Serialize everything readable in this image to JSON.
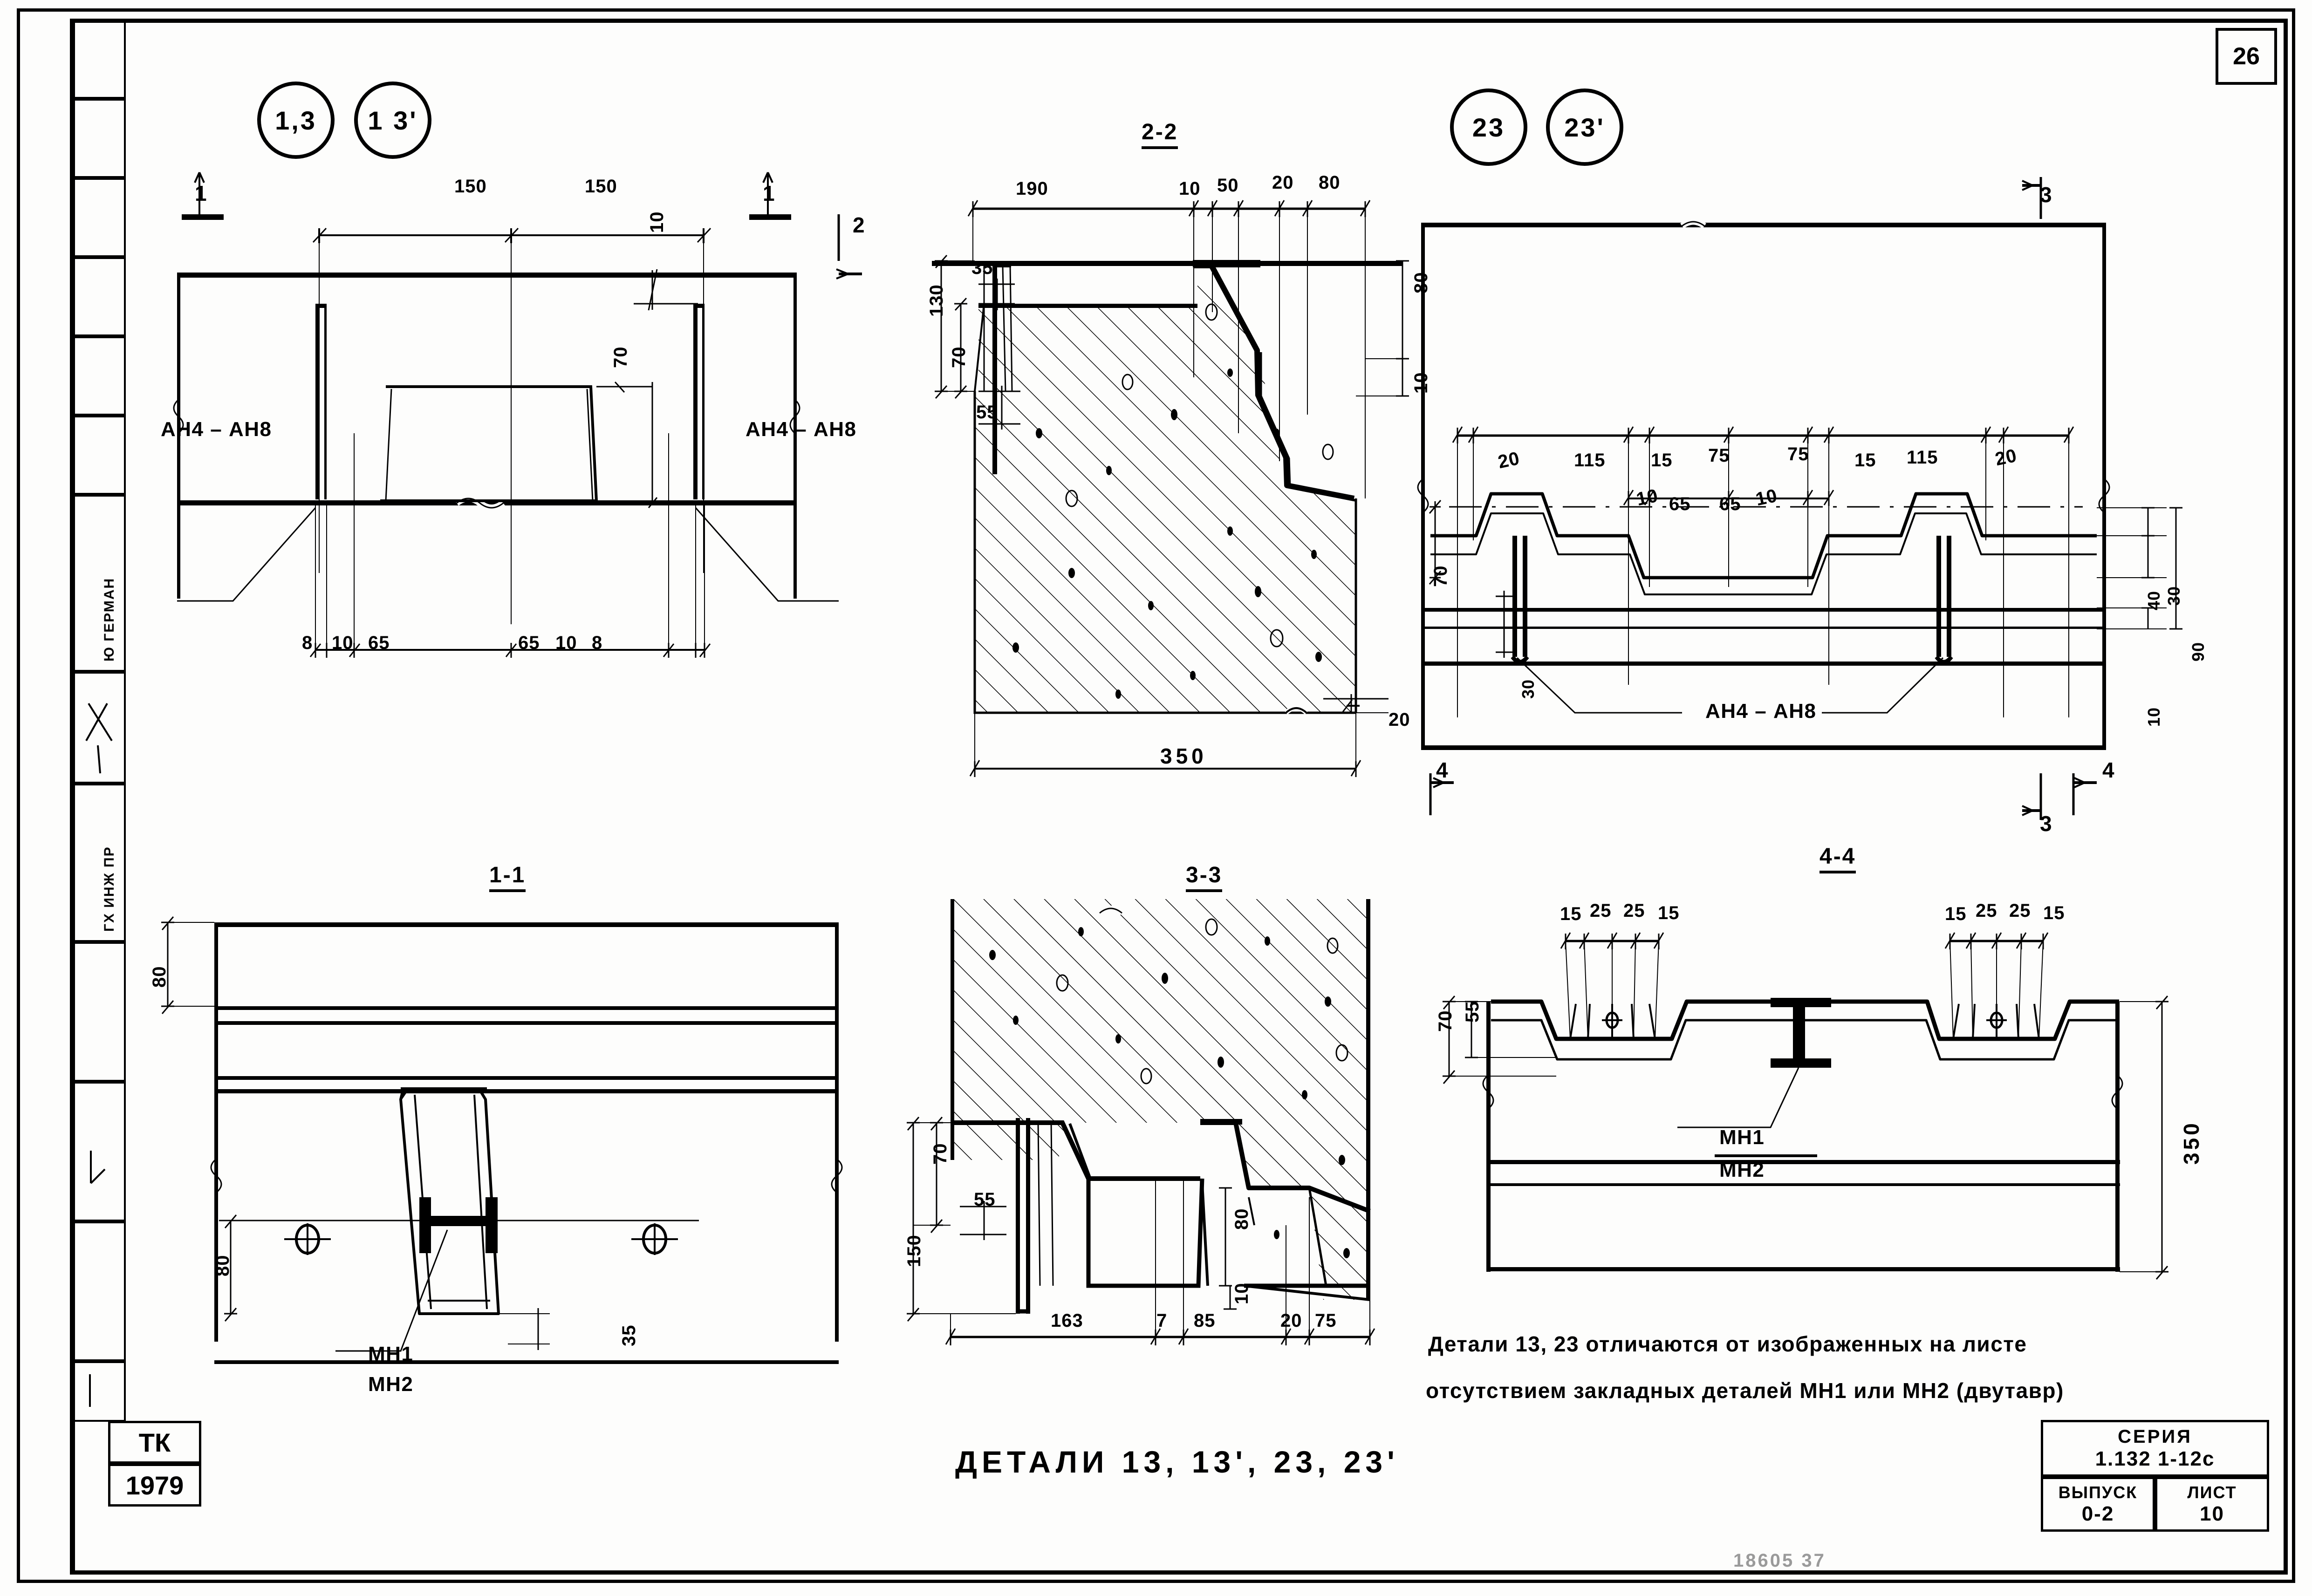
{
  "sheet": {
    "page_number": "26",
    "title": "ДЕТАЛИ 13, 13', 23, 23'",
    "note_line1": "Детали 13, 23 отличаются от изображенных на листе",
    "note_line2": "отсутствием закладных деталей МН1 или МН2 (двутавр)",
    "bottom_scribble": "18605   37"
  },
  "titleblock": {
    "stamp": "ТК",
    "year": "1979",
    "series_label": "СЕРИЯ",
    "series_value": "1.132 1-12с",
    "issue_label": "ВЫПУСК",
    "issue_value": "0-2",
    "sheet_label": "ЛИСТ",
    "sheet_value": "10"
  },
  "sidebar": {
    "row_designer": "Ю ГЕРМАН",
    "row_signature": "",
    "row_role": "ГХ ИНЖ ПР"
  },
  "detail_tags": {
    "left": [
      "1,3",
      "1 3'"
    ],
    "right": [
      "23",
      "23'"
    ]
  },
  "views": {
    "plan_left": {
      "title": "",
      "section_marks": [
        "1",
        "1",
        "2"
      ],
      "dims_top": [
        "150",
        "150"
      ],
      "dims_right": [
        "10",
        "70"
      ],
      "dims_bottom": [
        "8",
        "10",
        "65",
        "65",
        "10",
        "8"
      ],
      "labels": [
        "АН4 – АН8",
        "АН4 – АН8"
      ]
    },
    "section_2_2": {
      "title": "2-2",
      "dims_top": [
        "190",
        "10",
        "50",
        "20",
        "80"
      ],
      "dims_left": [
        "130",
        "70",
        "35",
        "55"
      ],
      "dims_right": [
        "80",
        "10"
      ],
      "dims_bottom": [
        "350",
        "20"
      ]
    },
    "plan_right": {
      "title": "",
      "section_marks": [
        "3",
        "3",
        "4",
        "4"
      ],
      "dims_top": [
        "20",
        "115",
        "15",
        "75",
        "75",
        "15",
        "115",
        "20"
      ],
      "dims_top2": [
        "10",
        "65",
        "65",
        "10"
      ],
      "dims_left": [
        "70"
      ],
      "dims_right": [
        "40",
        "30",
        "90",
        "10"
      ],
      "dims_inner": [
        "30"
      ],
      "labels": [
        "АН4 – АН8"
      ]
    },
    "section_1_1": {
      "title": "1-1",
      "dims_left": [
        "80",
        "80"
      ],
      "dims_right": [
        "35"
      ],
      "labels": [
        "МН1",
        "МН2"
      ]
    },
    "section_3_3": {
      "title": "3-3",
      "dims_left": [
        "55",
        "150",
        "70"
      ],
      "dims_right": [
        "10",
        "80"
      ],
      "dims_bottom": [
        "163",
        "7",
        "85",
        "20",
        "75"
      ]
    },
    "section_4_4": {
      "title": "4-4",
      "dims_top_left": [
        "15",
        "25",
        "25",
        "15"
      ],
      "dims_top_right": [
        "15",
        "25",
        "25",
        "15"
      ],
      "dims_left": [
        "70",
        "55"
      ],
      "dims_right": [
        "350"
      ],
      "labels": [
        "МН1",
        "МН2"
      ]
    }
  },
  "chart_data": {
    "type": "table",
    "title": "ДЕТАЛИ 13, 13', 23, 23'",
    "categories": [
      "2-2",
      "1-1",
      "3-3",
      "4-4"
    ],
    "values": [
      350,
      80,
      163,
      350
    ]
  }
}
